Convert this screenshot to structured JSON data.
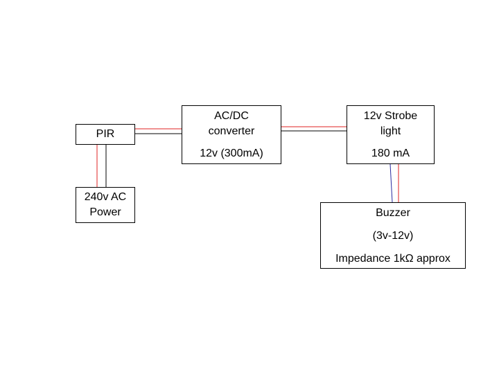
{
  "colors": {
    "wire_positive": "#e02020",
    "wire_negative": "#000000",
    "wire_blue": "#2a2aa0",
    "box_border": "#000000",
    "background": "#ffffff"
  },
  "blocks": {
    "pir": {
      "label": "PIR"
    },
    "power": {
      "line1": "240v AC",
      "line2": "Power"
    },
    "converter": {
      "line1": "AC/DC",
      "line2": "converter",
      "line3": "12v (300mA)"
    },
    "strobe": {
      "line1": "12v Strobe",
      "line2": "light",
      "line3": "180 mA"
    },
    "buzzer": {
      "line1": "Buzzer",
      "line2": "(3v-12v)",
      "line3": "Impedance 1kΩ approx"
    }
  }
}
